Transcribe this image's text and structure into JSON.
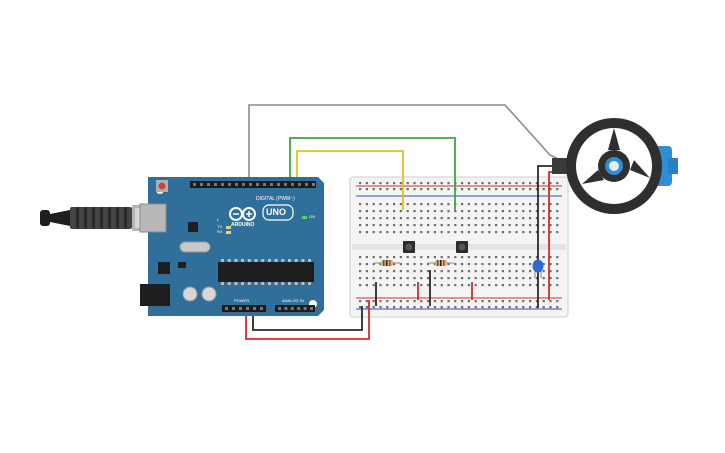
{
  "arduino": {
    "brand": "ARDUINO",
    "model": "UNO",
    "digital_header": "DIGITAL (PWM~)",
    "power_header": "POWER",
    "analog_header": "ANALOG IN",
    "on_label": "ON",
    "tx_label": "TX",
    "rx_label": "RX",
    "l_label": "L",
    "board_color": "#2f6f9a"
  },
  "wires": {
    "colors": {
      "gray": "#8c8c8c",
      "green": "#3aa843",
      "yellow": "#e0c21f",
      "black": "#2a2a2a",
      "red": "#d22b2b"
    }
  },
  "components": {
    "usb": "usb-b-plug",
    "servo": "servo-motor-with-wheel",
    "buttons": 2,
    "resistors": 2,
    "capacitor": "ceramic-capacitor",
    "breadboard": "half-size-breadboard"
  }
}
